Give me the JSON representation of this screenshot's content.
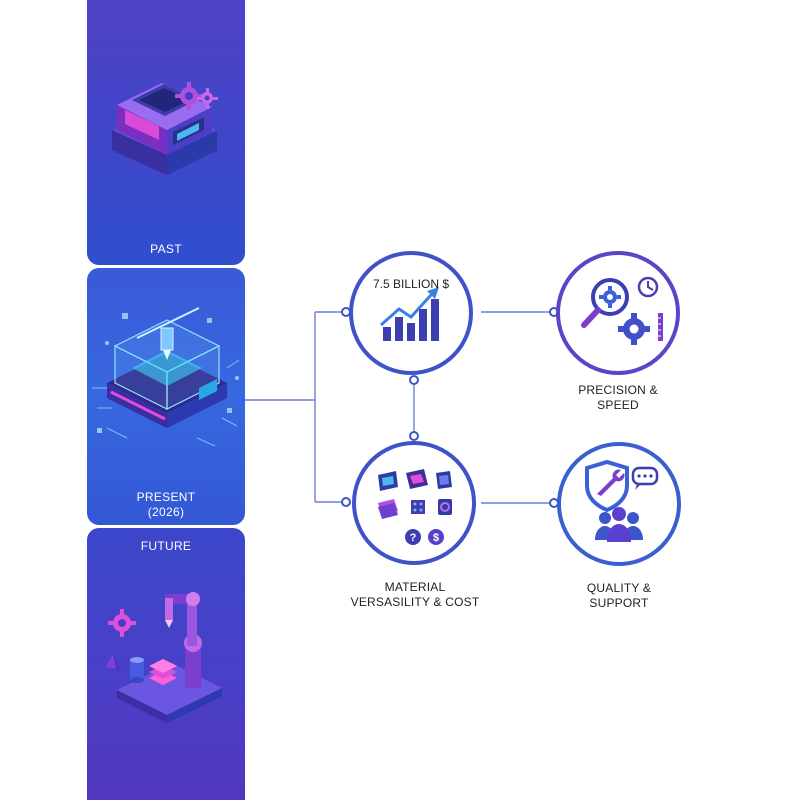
{
  "timeline": {
    "past": {
      "label": "PAST"
    },
    "present": {
      "label": "PRESENT",
      "sublabel": "(2026)"
    },
    "future": {
      "label": "FUTURE"
    }
  },
  "nodes": {
    "market": {
      "value_text": "7.5 BILLION $",
      "icon": "growth-bar-chart-icon"
    },
    "precision": {
      "label": "PRECISION & SPEED",
      "icon": "magnifier-gears-clock-icon"
    },
    "material": {
      "label_line1": "MATERIAL",
      "label_line2": "VERSASILITY & COST",
      "icon": "material-samples-icon"
    },
    "quality": {
      "label": "QUALITY & SUPPORT",
      "icon": "shield-wrench-support-team-icon"
    }
  },
  "colors": {
    "panel_top": "#5141c9",
    "panel_bottom": "#2f4fcf",
    "circle_border": "#3f52c8",
    "accent_magenta": "#c23be0",
    "accent_cyan": "#35d6f0",
    "connector": "#6f7fd8"
  }
}
